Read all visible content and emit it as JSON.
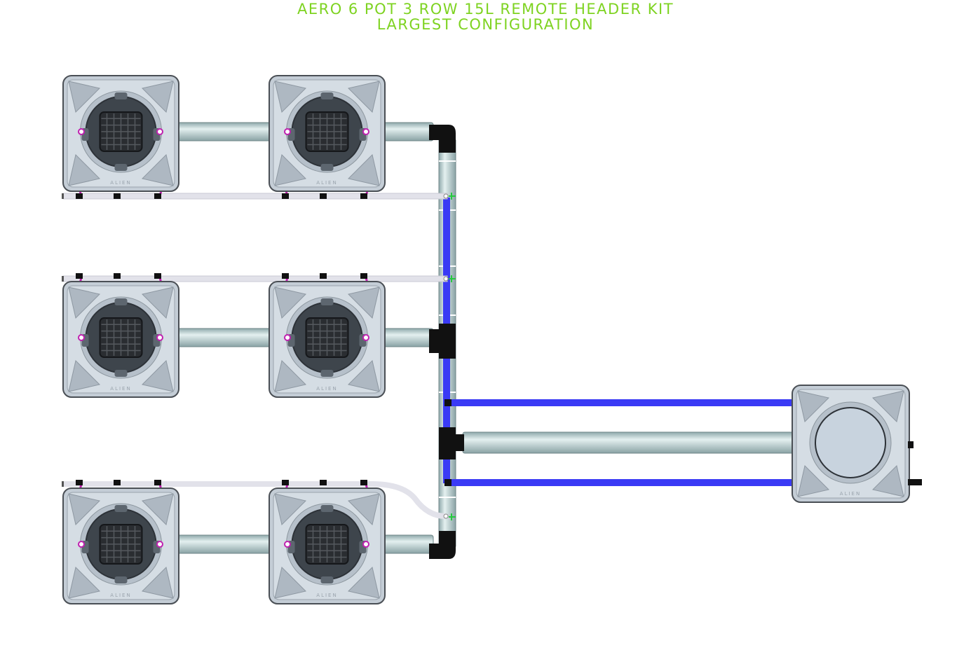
{
  "title": {
    "line1": "AERO 6 POT 3 ROW 15L REMOTE HEADER KIT",
    "line2": "LARGEST CONFIGURATION"
  },
  "pot_label": "ALIEN",
  "colors": {
    "title": "#7ed321",
    "pot_body": "#c4cdd6",
    "pot_outline": "#4a4f55",
    "pot_lid": "#3e454c",
    "net_basket": "#2a2d31",
    "pipe": "#b7cfd0",
    "pipe_highlight": "#e4f0f0",
    "connector": "#111111",
    "feed_line": "#3a3af5",
    "return_line": "#e2e2ea",
    "drip_line": "#c020b0",
    "fitting": "#27c93f"
  },
  "pots": [
    {
      "id": "pot-r1-c1",
      "role": "grow-pot"
    },
    {
      "id": "pot-r1-c2",
      "role": "grow-pot"
    },
    {
      "id": "pot-r2-c1",
      "role": "grow-pot"
    },
    {
      "id": "pot-r2-c2",
      "role": "grow-pot"
    },
    {
      "id": "pot-r3-c1",
      "role": "grow-pot"
    },
    {
      "id": "pot-r3-c2",
      "role": "grow-pot"
    }
  ],
  "reservoir": {
    "id": "remote-header-tank",
    "role": "header-tank"
  }
}
